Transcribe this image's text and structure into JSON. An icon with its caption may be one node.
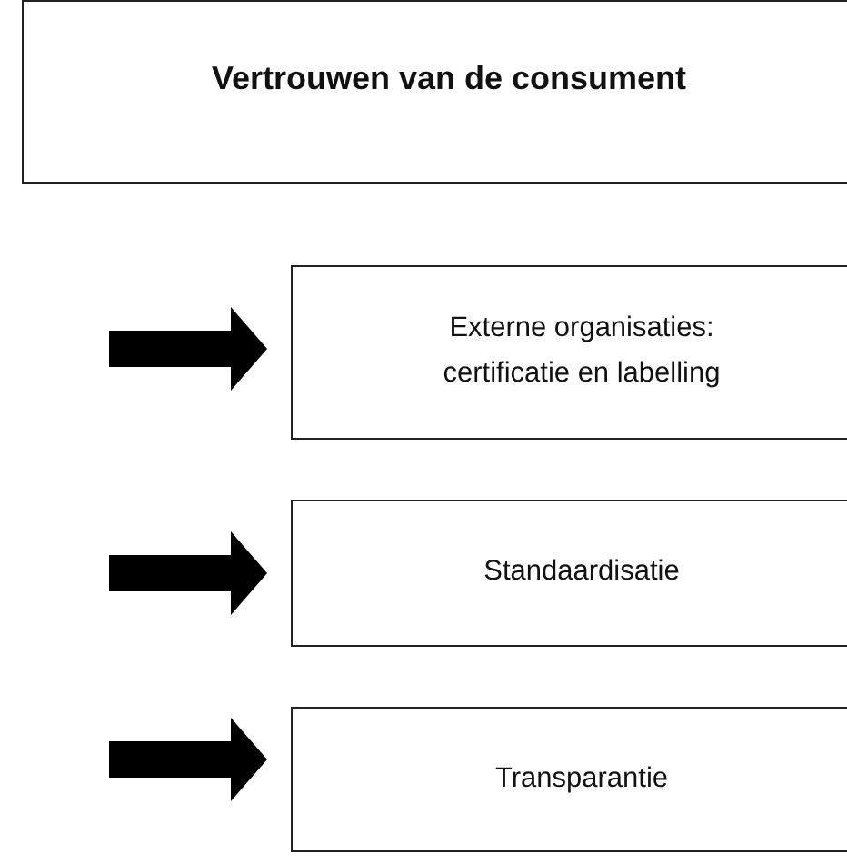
{
  "diagram": {
    "nodes": [
      {
        "text": [
          "Vertrouwen van de consument"
        ]
      },
      {
        "text": [
          "Externe organisaties: certificatie en labelling"
        ]
      },
      {
        "text": [
          "Standaardisatie"
        ]
      },
      {
        "text": [
          "Transparantie"
        ]
      }
    ],
    "edges": [
      {
        "from": null,
        "to": 1,
        "arrow": "to"
      },
      {
        "from": null,
        "to": 2,
        "arrow": "to"
      },
      {
        "from": null,
        "to": 3,
        "arrow": "to"
      }
    ]
  }
}
